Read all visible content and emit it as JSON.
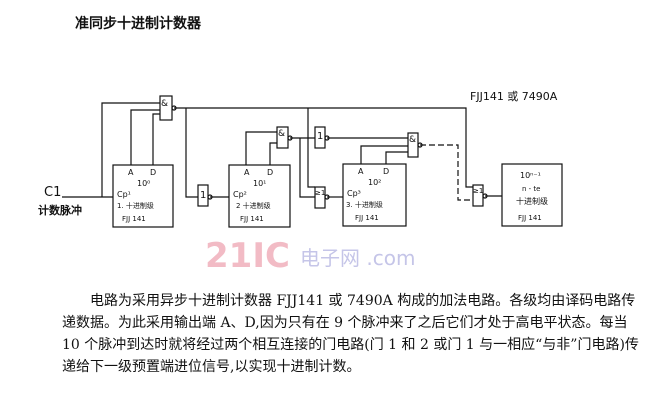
{
  "title": "准同步十进制计数器",
  "diagram": {
    "chip_label": "FJJ141 或 7490A",
    "input_label_1": "C1",
    "input_label_2": "计数脉冲",
    "stages": [
      {
        "a": "A",
        "d": "D",
        "power": "10⁰",
        "cp": "Cp¹",
        "name": "1. 十进制级",
        "chip": "FJJ  141"
      },
      {
        "a": "A",
        "d": "D",
        "power": "10¹",
        "cp": "Cp²",
        "name": "2 十进制级",
        "chip": "FJJ  141"
      },
      {
        "a": "A",
        "d": "D",
        "power": "10²",
        "cp": "Cp³",
        "name": "3. 十进制级",
        "chip": "FJJ  141"
      },
      {
        "power": "10ⁿ⁻¹",
        "cp": "n - te",
        "name": "十进制级",
        "chip": "FJJ  141"
      }
    ],
    "gates": {
      "and": "&",
      "inv": "1",
      "or": "≥1"
    }
  },
  "watermark": {
    "main": "21IC",
    "sub": "电子网 .com"
  },
  "paragraph": "电路为采用异步十进制计数器 FJJ141 或 7490A 构成的加法电路。各级均由译码电路传递数据。为此采用输出端 A、D,因为只有在 9 个脉冲来了之后它们才处于高电平状态。每当 10 个脉冲到达时就将经过两个相互连接的门电路(门 1 和 2 或门 1 与一相应“与非”门电路)传递给下一级预置端进位信号,以实现十进制计数。"
}
